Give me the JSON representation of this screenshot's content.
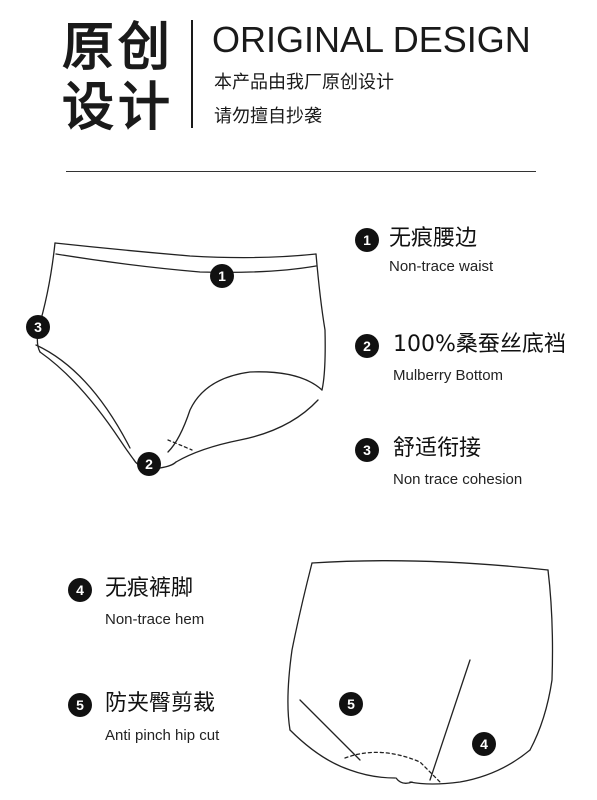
{
  "header": {
    "zh_title_line1": "原创",
    "zh_title_line2": "设计",
    "en_title": "ORIGINAL DESIGN",
    "sub_line1": "本产品由我厂原创设计",
    "sub_line2": "请勿擅自抄袭"
  },
  "features": [
    {
      "num": "1",
      "zh": "无痕腰边",
      "en": "Non-trace waist"
    },
    {
      "num": "2",
      "zh": "100%桑蚕丝底裆",
      "en": "Mulberry Bottom"
    },
    {
      "num": "3",
      "zh": "舒适衔接",
      "en": "Non trace cohesion"
    },
    {
      "num": "4",
      "zh": "无痕裤脚",
      "en": "Non-trace hem"
    },
    {
      "num": "5",
      "zh": "防夹臀剪裁",
      "en": "Anti pinch hip cut"
    }
  ],
  "diagram_markers": {
    "front": [
      "1",
      "2",
      "3"
    ],
    "back": [
      "5",
      "4"
    ]
  },
  "colors": {
    "ink": "#111111",
    "background": "#ffffff"
  }
}
